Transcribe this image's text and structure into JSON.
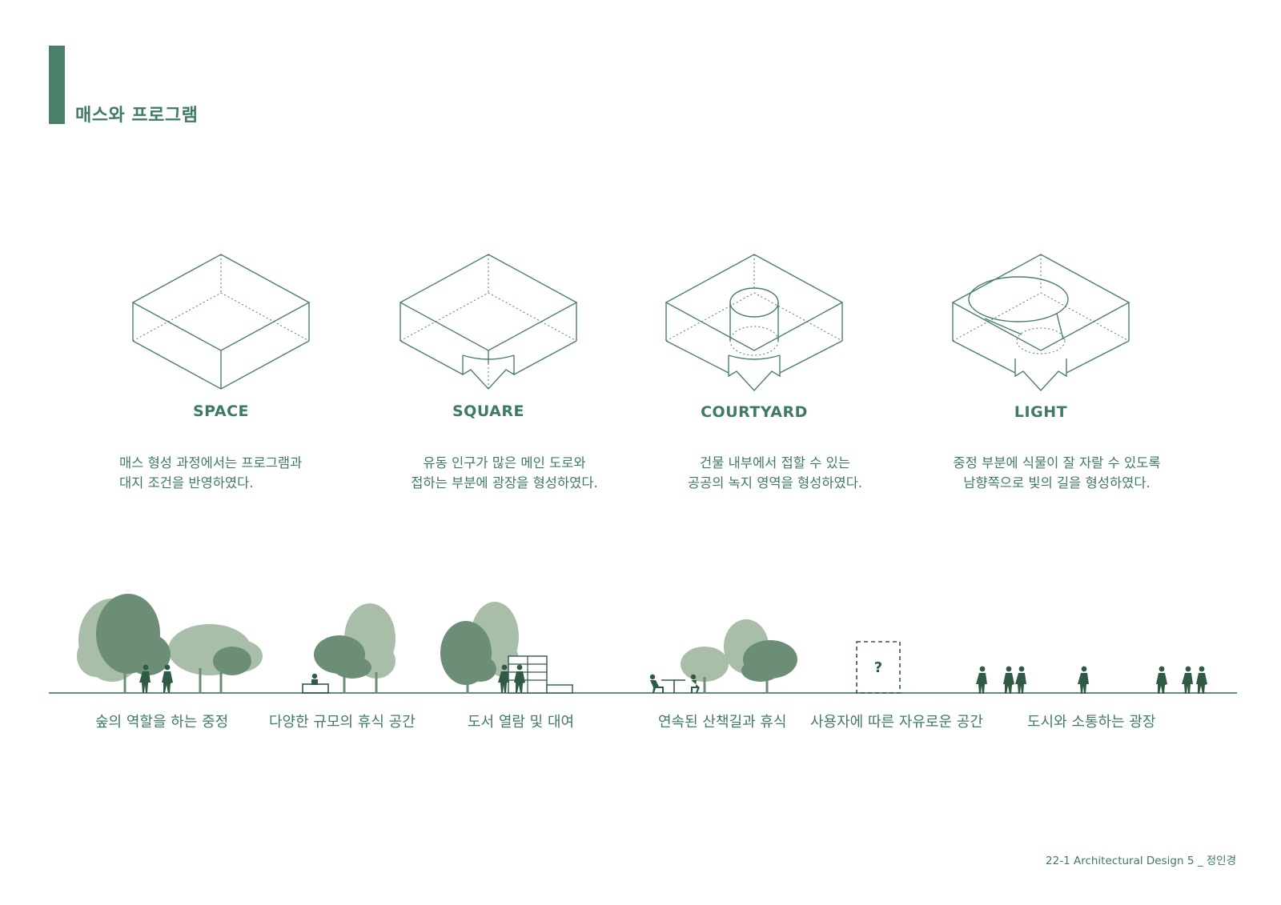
{
  "page": {
    "title": "매스와 프로그램",
    "footer": "22-1 Architectural Design 5 _ 정인경"
  },
  "colors": {
    "accent": "#3f7a63",
    "line": "#4a7f6a",
    "tree_dark": "#6d8e76",
    "tree_light": "#a9bea8",
    "figure": "#2f5a44"
  },
  "concepts": [
    {
      "label": "SPACE",
      "desc_lines": [
        "매스 형성 과정에서는 프로그램과",
        "대지 조건을 반영하였다."
      ]
    },
    {
      "label": "SQUARE",
      "desc_lines": [
        "유동 인구가 많은 메인 도로와",
        "접하는 부분에 광장을 형성하였다."
      ]
    },
    {
      "label": "COURTYARD",
      "desc_lines": [
        "건물 내부에서 접할 수 있는",
        "공공의 녹지 영역을 형성하였다."
      ]
    },
    {
      "label": "LIGHT",
      "desc_lines": [
        "중정 부분에 식물이 잘 자랄 수 있도록",
        "남향쪽으로 빛의 길을 형성하였다."
      ]
    }
  ],
  "scenes": [
    "숲의 역할을 하는 중정",
    "다양한 규모의 휴식 공간",
    "도서 열람 및 대여",
    "연속된 산책길과 휴식",
    "사용자에 따른 자유로운 공간",
    "도시와 소통하는 광장"
  ],
  "unknown_box_mark": "?"
}
